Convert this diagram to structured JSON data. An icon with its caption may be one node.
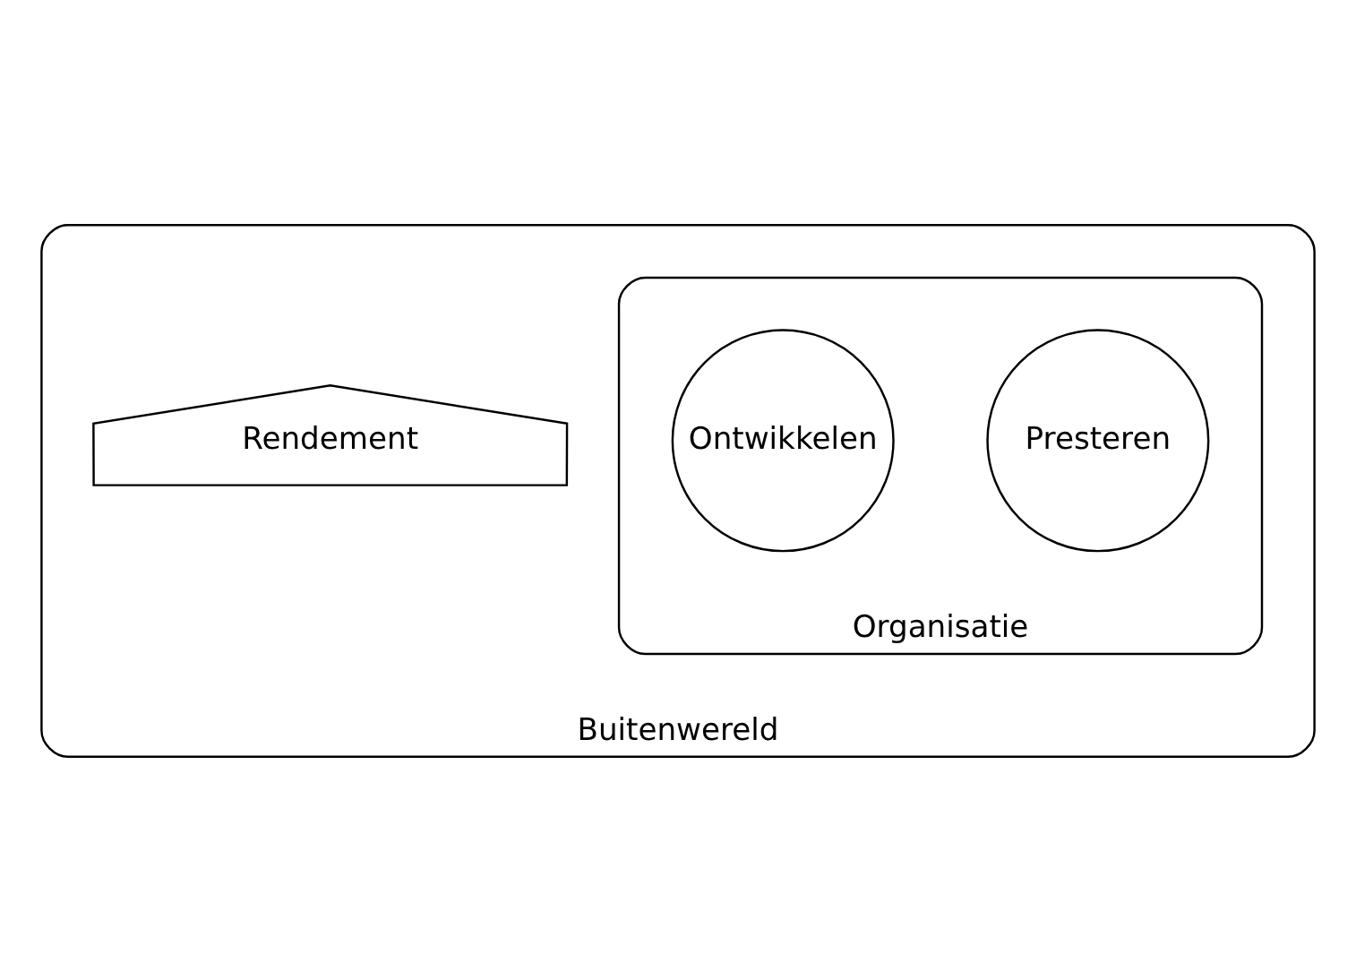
{
  "diagram": {
    "nodes": [
      {
        "text": [
          "Buitenwereld"
        ]
      },
      {
        "text": [
          "Rendement"
        ],
        "in": 0
      },
      {
        "text": [
          "Organisatie"
        ],
        "in": 0
      },
      {
        "text": [
          "Presteren"
        ],
        "in": 2
      },
      {
        "text": [
          "Ontwikkelen"
        ],
        "in": 2
      }
    ],
    "edges": []
  }
}
